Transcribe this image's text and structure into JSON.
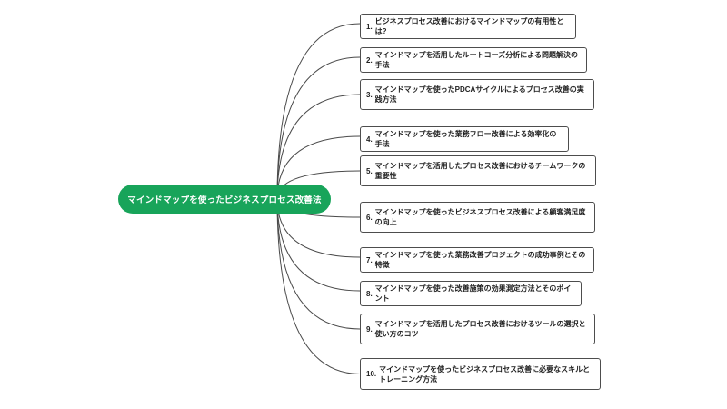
{
  "root": {
    "label": "マインドマップを使ったビジネスプロセス改善法"
  },
  "branches": [
    {
      "num": "1.",
      "label": "ビジネスプロセス改善におけるマインドマップの有用性とは?"
    },
    {
      "num": "2.",
      "label": "マインドマップを活用したルートコーズ分析による問題解決の手法"
    },
    {
      "num": "3.",
      "label": "マインドマップを使ったPDCAサイクルによるプロセス改善の実践方法"
    },
    {
      "num": "4.",
      "label": "マインドマップを使った業務フロー改善による効率化の手法"
    },
    {
      "num": "5.",
      "label": "マインドマップを活用したプロセス改善におけるチームワークの重要性"
    },
    {
      "num": "6.",
      "label": "マインドマップを使ったビジネスプロセス改善による顧客満足度の向上"
    },
    {
      "num": "7.",
      "label": "マインドマップを使った業務改善プロジェクトの成功事例とその特徴"
    },
    {
      "num": "8.",
      "label": "マインドマップを使った改善施策の効果測定方法とそのポイント"
    },
    {
      "num": "9.",
      "label": "マインドマップを活用したプロセス改善におけるツールの選択と使い方のコツ"
    },
    {
      "num": "10.",
      "label": "マインドマップを使ったビジネスプロセス改善に必要なスキルとトレーニング方法"
    }
  ],
  "colors": {
    "background": "#ffffff",
    "root_bg": "#18a45a",
    "root_text": "#ffffff",
    "node_border": "#4d4d4d",
    "node_text": "#1f1f1f",
    "connector": "#4a4a4a"
  }
}
